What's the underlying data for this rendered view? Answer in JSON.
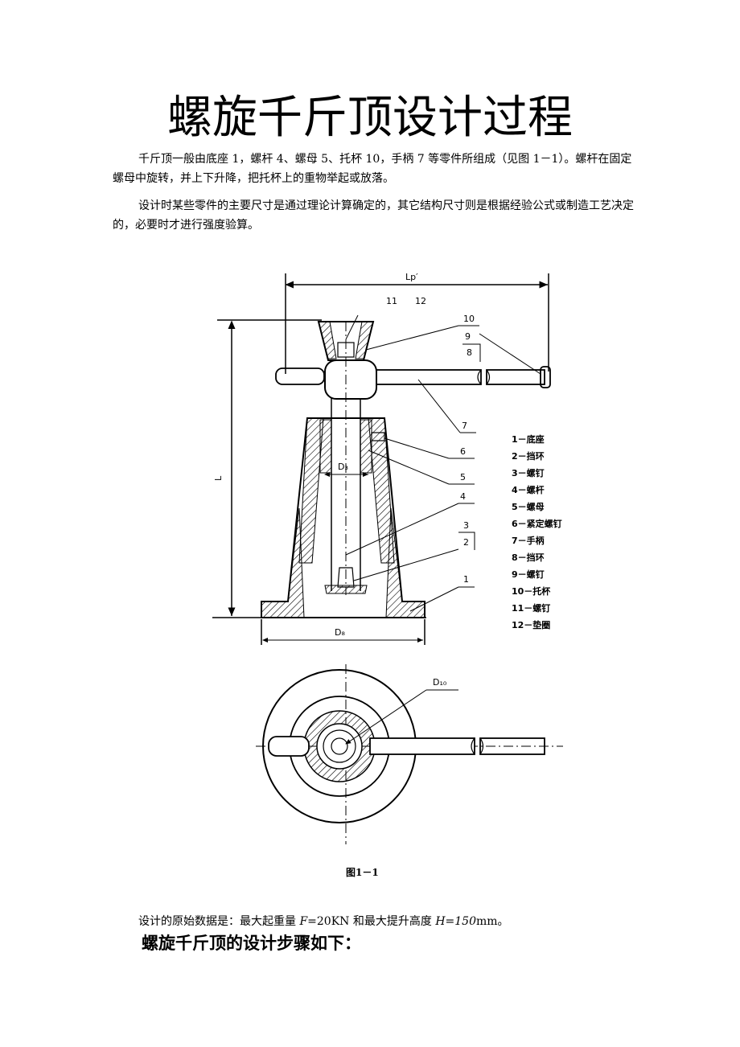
{
  "title": "螺旋千斤顶设计过程",
  "paragraphs": {
    "p1": "千斤顶一般由底座 1，螺杆 4、螺母 5、托杯 10，手柄 7 等零件所组成（见图 1－1）。螺杆在固定螺母中旋转，并上下升降，把托杯上的重物举起或放落。",
    "p2": "设计时某些零件的主要尺寸是通过理论计算确定的，其它结构尺寸则是根据经验公式或制造工艺决定的，必要时才进行强度验算。"
  },
  "figure": {
    "dimension_labels": {
      "lp": "Lp′",
      "l": "L",
      "d3": "D₃",
      "d8": "D₈",
      "d10": "D₁₀"
    },
    "callouts": [
      "11",
      "12",
      "10",
      "9",
      "8",
      "7",
      "6",
      "5",
      "4",
      "3",
      "2",
      "1"
    ],
    "legend": [
      "1－底座",
      "2－挡环",
      "3－螺钉",
      "4－螺杆",
      "5－螺母",
      "6－紧定螺钉",
      "7－手柄",
      "8－挡环",
      "9－螺钉",
      "10－托杯",
      "11－螺钉",
      "12－垫圈"
    ],
    "caption": "图1－1"
  },
  "design_data": {
    "prefix": "设计的原始数据是：最大起重量 ",
    "f_symbol": "F",
    "f_value": "=20KN 和最大提升高度 ",
    "h_symbol": "H=150",
    "unit": "mm。"
  },
  "steps_heading": "螺旋千斤顶的设计步骤如下："
}
